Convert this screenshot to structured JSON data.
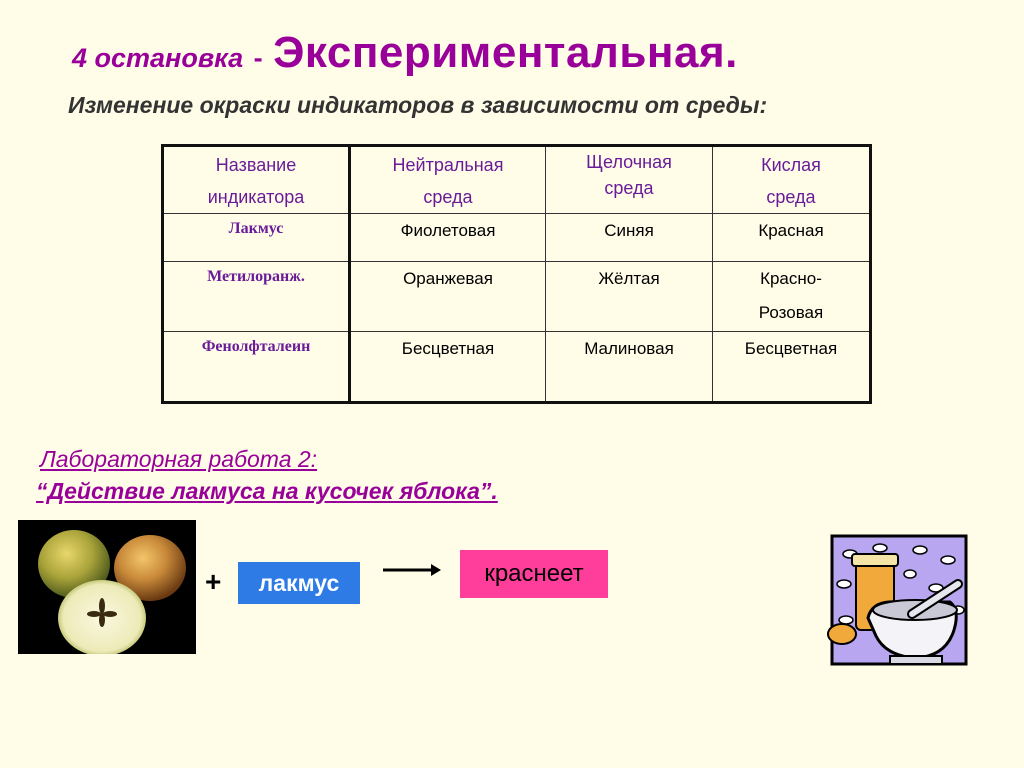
{
  "title": {
    "prefix": "4 остановка",
    "dash": "-",
    "main": "Экспериментальная."
  },
  "subtitle": "Изменение окраски индикаторов в зависимости от среды:",
  "table": {
    "headers": [
      [
        "Название",
        "индикатора"
      ],
      [
        "Нейтральная",
        "среда"
      ],
      [
        "Щелочная",
        "среда"
      ],
      [
        "Кислая",
        "среда"
      ]
    ],
    "rows": [
      {
        "name": "Лакмус",
        "neutral": "Фиолетовая",
        "alkaline": "Синяя",
        "acidic": [
          "Красная"
        ]
      },
      {
        "name": "Метилоранж.",
        "neutral": "Оранжевая",
        "alkaline": "Жёлтая",
        "acidic": [
          "Красно-",
          "Розовая"
        ]
      },
      {
        "name": "Фенолфталеин",
        "neutral": "Бесцветная",
        "alkaline": "Малиновая",
        "acidic": [
          "Бесцветная"
        ]
      }
    ]
  },
  "lab": {
    "title": "Лабораторная работа 2:",
    "quote": "“Действие лакмуса на кусочек яблока”."
  },
  "reaction": {
    "plus": "+",
    "reagent": "лакмус",
    "result": "краснеет"
  },
  "colors": {
    "background": "#FFFDE7",
    "title": "#990099",
    "header_text": "#6A1B9A",
    "reagent_box": "#2E7BE5",
    "result_box": "#FF3D9A"
  },
  "icons": [
    "apple-photo",
    "arrow-right-icon",
    "mortar-pestle-icon"
  ]
}
